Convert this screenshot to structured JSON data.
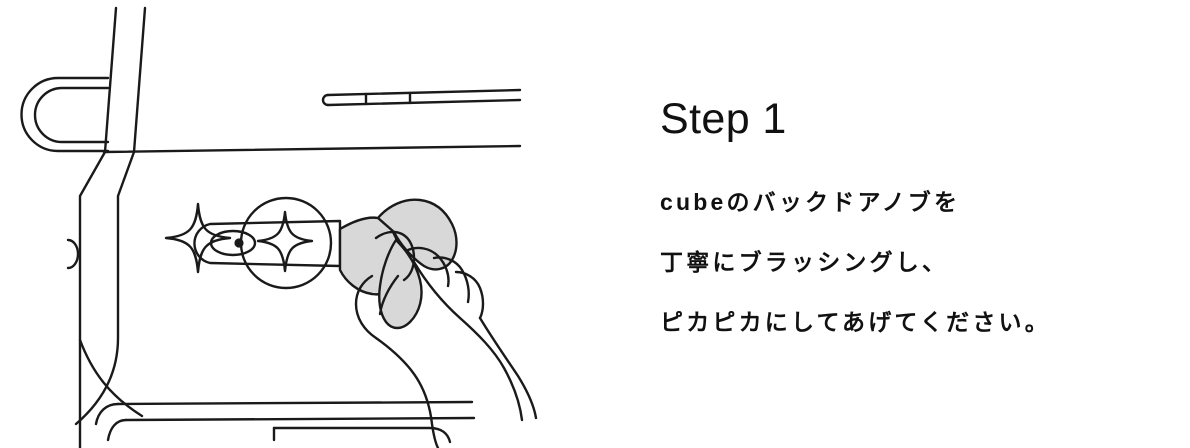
{
  "page": {
    "background_color": "#ffffff",
    "text_color": "#111111",
    "line_color": "#1a1a1a",
    "cloth_fill_color": "#d8d8d8"
  },
  "content": {
    "step_heading": "Step 1",
    "body_lines": [
      "cubeのバックドアノブを",
      "丁寧にブラッシングし、",
      "ピカピカにしてあげてください。"
    ]
  },
  "illustration": {
    "title": "car-back-door-knob-cleaning-illustration",
    "elements": [
      "rear-spoiler-bracket",
      "rear-window-trim",
      "car-body-panel",
      "door-knob-handle",
      "keyhole",
      "knob-backing-circle",
      "sparkle-large",
      "sparkle-small",
      "hand",
      "cleaning-cloth",
      "license-plate-outline",
      "bumper-line"
    ]
  }
}
